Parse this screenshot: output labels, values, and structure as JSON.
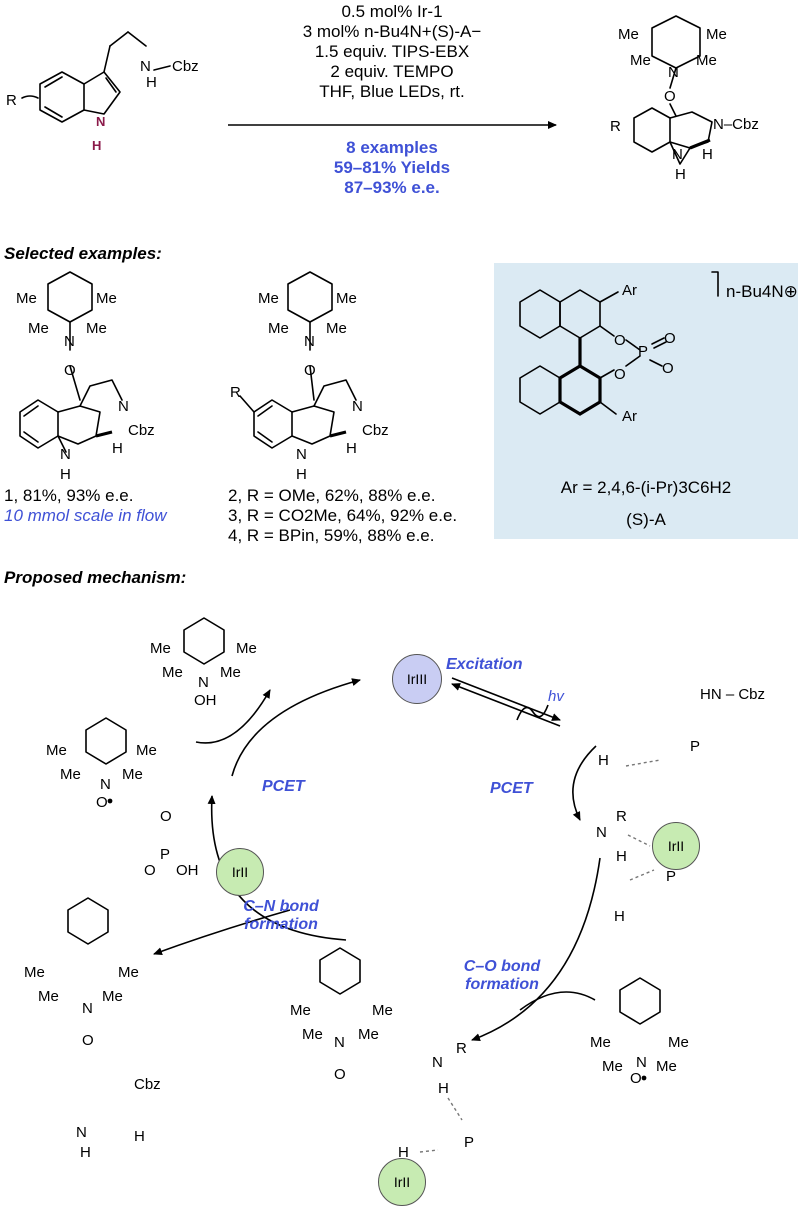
{
  "reaction": {
    "cond_1": "0.5 mol% Ir-1",
    "cond_2": "3 mol% n-Bu4N+(S)-A−",
    "cond_3": "1.5 equiv. TIPS-EBX",
    "cond_4": "2 equiv. TEMPO",
    "cond_5": "THF, Blue LEDs, rt.",
    "examples": "8 examples",
    "yields": "59–81% Yields",
    "ee": "87–93% e.e."
  },
  "selected": {
    "heading": "Selected examples:",
    "ex1": "1, 81%, 93% e.e.",
    "ex1_note": "10 mmol scale in flow",
    "ex2": "2, R = OMe, 62%, 88% e.e.",
    "ex3": "3, R = CO2Me, 64%, 92% e.e.",
    "ex4": "4, R = BPin, 59%, 88% e.e."
  },
  "catalyst": {
    "counterion": "n-Bu4N⊕",
    "ar_def": "Ar = 2,4,6-(i-Pr)3C6H2",
    "name": "(S)-A"
  },
  "mechanism": {
    "heading": "Proposed mechanism:",
    "excitation": "Excitation",
    "hv": "hv",
    "pcet_left": "PCET",
    "pcet_right": "PCET",
    "cn_bond": "C–N bond formation",
    "co_bond": "C–O bond formation",
    "ir3": "IrIII",
    "ir2": "IrII"
  },
  "labels": {
    "me": "Me",
    "n": "N",
    "nh": "N",
    "h": "H",
    "o": "O",
    "oh": "OH",
    "cbz": "Cbz",
    "ncbz": "N–Cbz",
    "hn_cbz": "HN – Cbz",
    "r": "R",
    "ar": "Ar",
    "p": "P"
  },
  "colors": {
    "accent_blue": "#3f51d6",
    "nh_highlight": "#8b1a4a",
    "ir3_fill": "#c9cdf3",
    "ir2_fill": "#c7ebb2",
    "catalyst_panel": "#dbeaf3"
  }
}
